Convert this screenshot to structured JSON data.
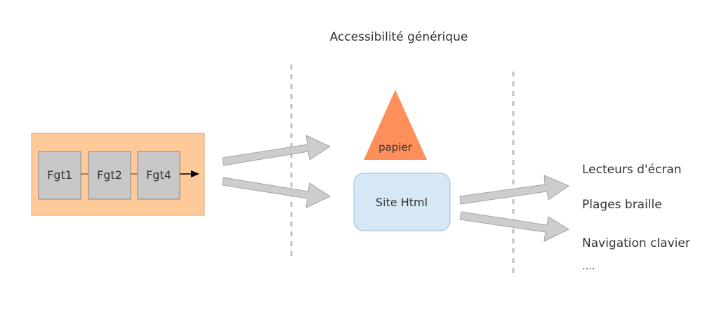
{
  "title": "Accessibilité générique",
  "source": {
    "fragments": [
      "Fgt1",
      "Fgt2",
      "Fgt4"
    ]
  },
  "outputs": {
    "paper": "papier",
    "site": "Site Html"
  },
  "devices": {
    "items": [
      "Lecteurs d'écran",
      "Plages braille",
      "Navigation clavier",
      "…."
    ]
  },
  "colors": {
    "source_box_fill": "#ffc99a",
    "source_box_stroke": "#d9a77a",
    "fragment_fill": "#c8c8c8",
    "fragment_stroke": "#8a8a8a",
    "paper_fill": "#ff8f5a",
    "site_fill": "#d6e8f6",
    "site_stroke": "#9fbad3",
    "arrow_fill": "#cdcdcd",
    "arrow_stroke": "#a4a4a4",
    "divider": "#c0c0c0",
    "text": "#333333"
  }
}
